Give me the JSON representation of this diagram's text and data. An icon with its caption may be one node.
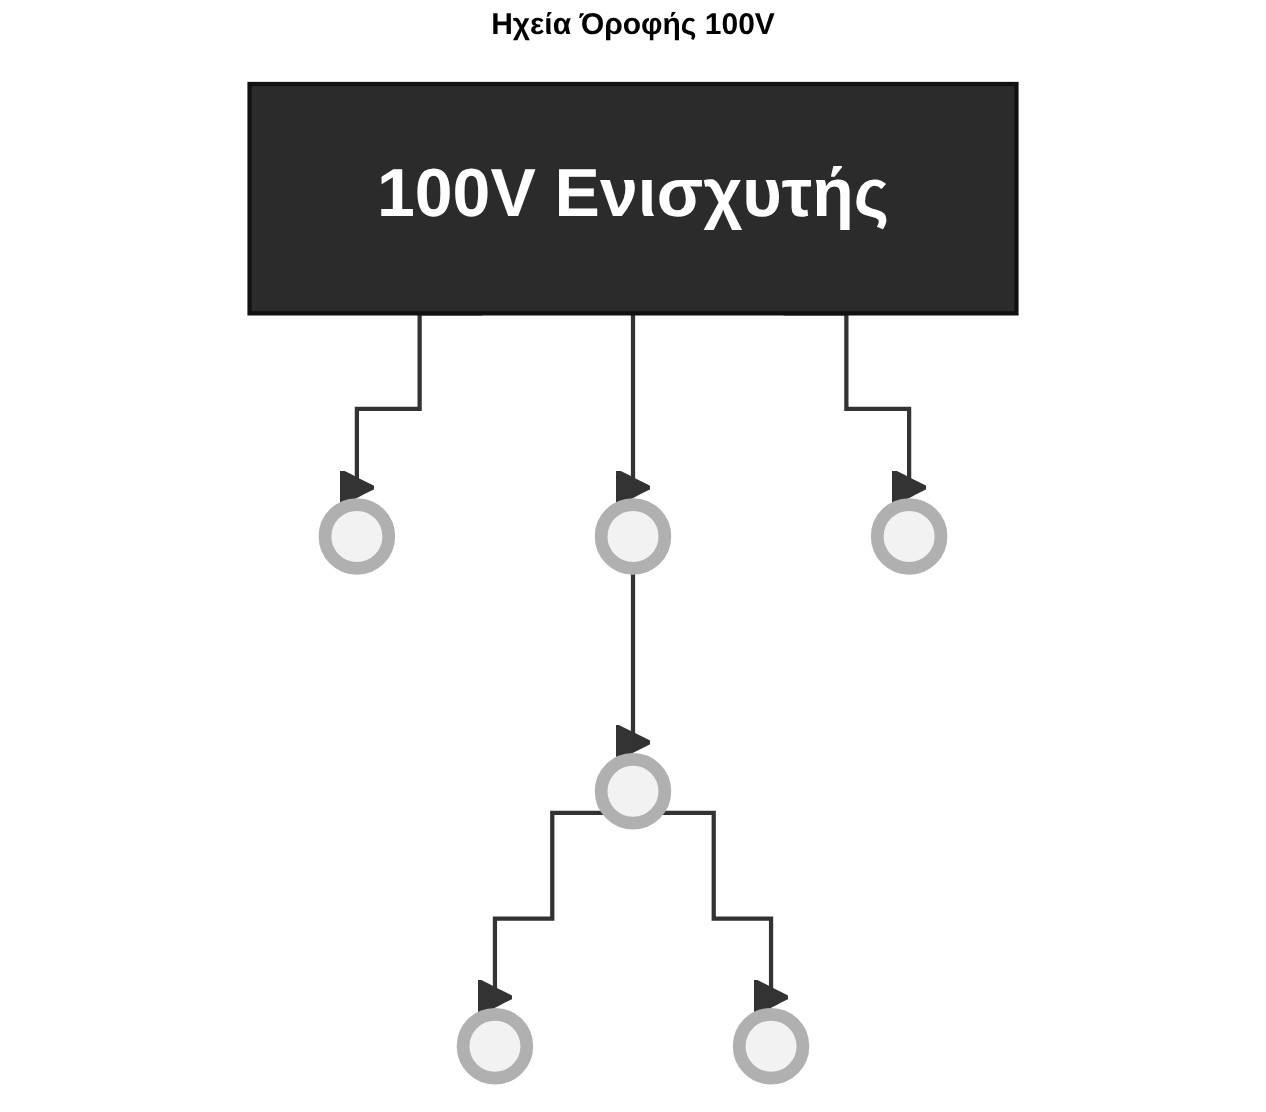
{
  "diagram": {
    "nodes": [
      {
        "text": [
          "100V Ενισχυτής"
        ]
      },
      {
        "text": [],
        "shape": "circle"
      },
      {
        "text": [],
        "shape": "circle"
      },
      {
        "text": [],
        "shape": "circle"
      },
      {
        "text": [],
        "shape": "circle"
      },
      {
        "text": [],
        "shape": "circle"
      },
      {
        "text": [],
        "shape": "circle"
      }
    ],
    "edges": [
      {
        "from": 0,
        "to": 1,
        "arrow": "to"
      },
      {
        "from": 0,
        "to": 2,
        "arrow": "to"
      },
      {
        "from": 0,
        "to": 3,
        "arrow": "to"
      },
      {
        "from": 2,
        "to": 5,
        "arrow": "to"
      },
      {
        "from": 5,
        "to": 4,
        "arrow": "to"
      },
      {
        "from": 5,
        "to": 6,
        "arrow": "to"
      }
    ],
    "labels": [
      "Ηχεία Όροφής 100V"
    ]
  }
}
